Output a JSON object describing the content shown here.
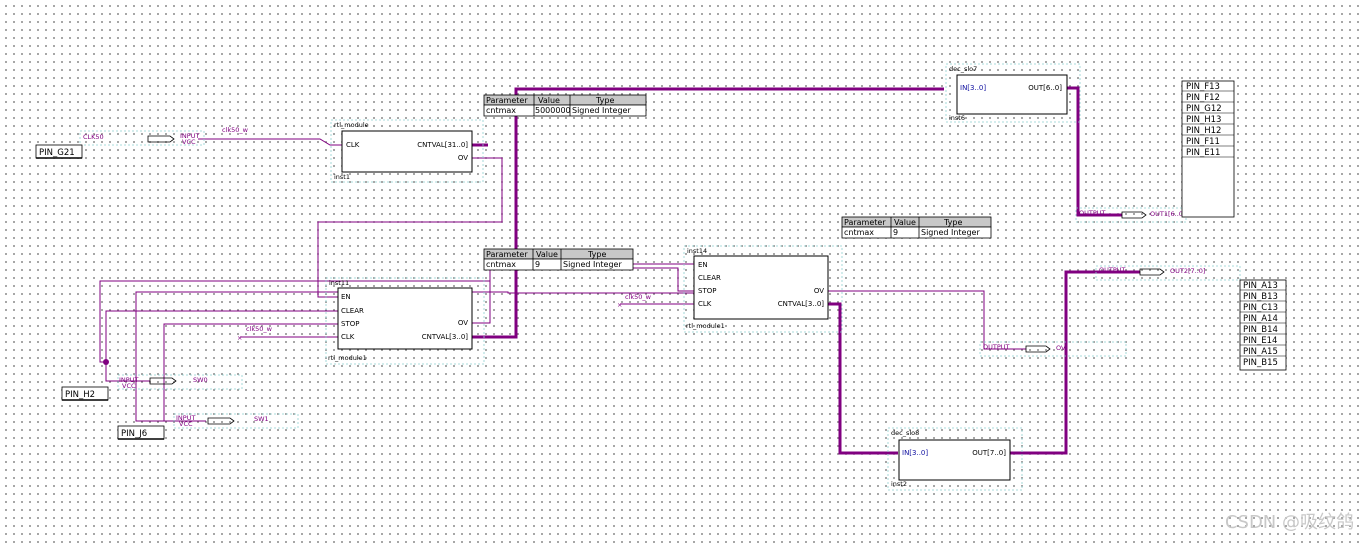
{
  "blocks": {
    "rtl_top": {
      "type": "rtl_module",
      "inst": "inst1",
      "ports_in": [
        "CLK"
      ],
      "ports_out": [
        "CNTVAL[31..0]",
        "OV"
      ]
    },
    "rtl_mid": {
      "type": "rtl_module1",
      "inst": "inst11",
      "ports_in": [
        "EN",
        "CLEAR",
        "STOP",
        "CLK"
      ],
      "ports_out": [
        "OV",
        "CNTVAL[3..0]"
      ]
    },
    "rtl_right": {
      "type": "rtl_module1",
      "inst": "inst14",
      "ports_in": [
        "EN",
        "CLEAR",
        "STOP",
        "CLK"
      ],
      "ports_out": [
        "OV",
        "CNTVAL[3..0]"
      ]
    },
    "dec1": {
      "type": "dec_slo7",
      "inst": "inst6",
      "port_in": "IN[3..0]",
      "port_out": "OUT[6..0]"
    },
    "dec2": {
      "type": "dec_slo8",
      "inst": "inst2",
      "port_in": "IN[3..0]",
      "port_out": "OUT[7..0]"
    }
  },
  "param_tables": [
    {
      "header": [
        "Parameter",
        "Value",
        "Type"
      ],
      "row": [
        "cntmax",
        "5000000",
        "Signed Integer"
      ]
    },
    {
      "header": [
        "Parameter",
        "Value",
        "Type"
      ],
      "row": [
        "cntmax",
        "9",
        "Signed Integer"
      ]
    },
    {
      "header": [
        "Parameter",
        "Value",
        "Type"
      ],
      "row": [
        "cntmax",
        "9",
        "Signed Integer"
      ]
    }
  ],
  "pins": {
    "clk50": {
      "name": "CLK50",
      "kind": "INPUT",
      "vcc": "VCC",
      "assign": "PIN_G21"
    },
    "sw0": {
      "name": "SW0",
      "kind": "INPUT",
      "vcc": "VCC",
      "assign": "PIN_H2"
    },
    "sw1": {
      "name": "SW1",
      "kind": "INPUT",
      "vcc": "VCC",
      "assign": "PIN_J6"
    },
    "out1": {
      "name": "OUT1[6..0]",
      "kind": "OUTPUT"
    },
    "out2": {
      "name": "OUT2[7..0]",
      "kind": "OUTPUT"
    },
    "ov": {
      "name": "OV",
      "kind": "OUTPUT"
    }
  },
  "nets": {
    "clk_a": "clk50_w",
    "clk_b": "clk50_w",
    "clk_c": "clk50_w"
  },
  "pin_lists": {
    "out1": [
      "PIN_F13",
      "PIN_F12",
      "PIN_G12",
      "PIN_H13",
      "PIN_H12",
      "PIN_F11",
      "PIN_E11"
    ],
    "out2": [
      "PIN_A13",
      "PIN_B13",
      "PIN_C13",
      "PIN_A14",
      "PIN_B14",
      "PIN_E14",
      "PIN_A15",
      "PIN_B15"
    ]
  },
  "watermark": "CSDN @吸纹鸽",
  "colors": {
    "wire": "#800080",
    "dotted_border": "#8fd0d0",
    "port_in": "#1010a0",
    "background": "#ffffff"
  }
}
